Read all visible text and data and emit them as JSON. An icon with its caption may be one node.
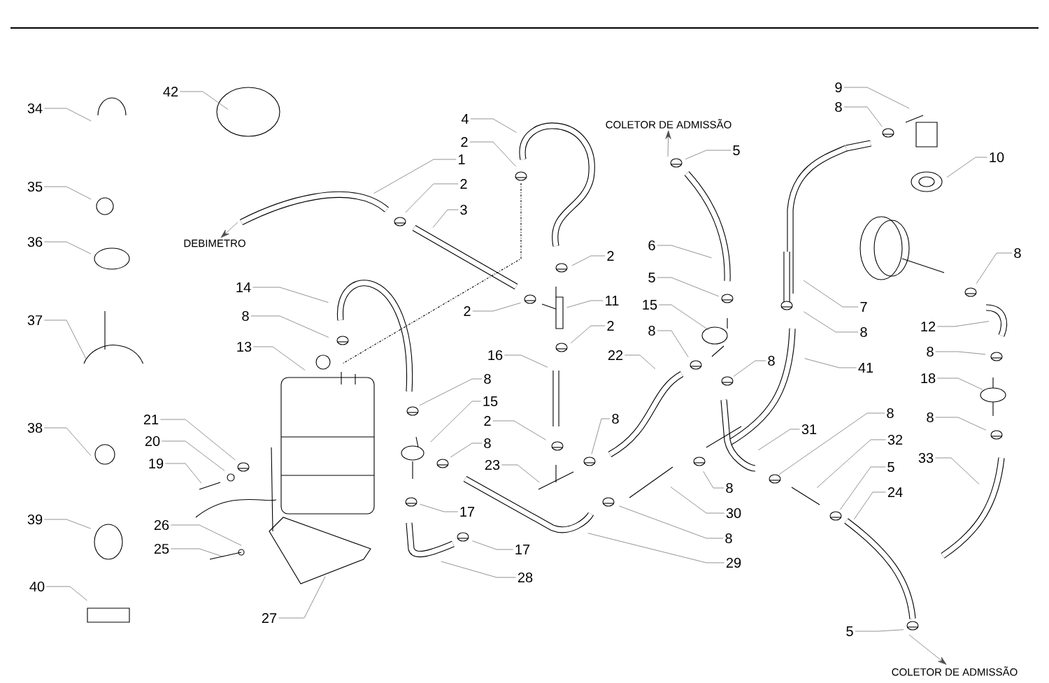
{
  "diagram": {
    "nodes": [
      {
        "text": [
          "34"
        ]
      },
      {
        "text": [
          "42"
        ]
      },
      {
        "text": [
          "35"
        ]
      },
      {
        "text": [
          "36"
        ]
      },
      {
        "text": [
          "37"
        ]
      },
      {
        "text": [
          "38"
        ]
      },
      {
        "text": [
          "39"
        ]
      },
      {
        "text": [
          "40"
        ]
      },
      {
        "text": [
          "4"
        ]
      },
      {
        "text": [
          "2"
        ]
      },
      {
        "text": [
          "1"
        ]
      },
      {
        "text": [
          "2"
        ]
      },
      {
        "text": [
          "3"
        ]
      },
      {
        "text": [
          "DEBIMETRO"
        ]
      },
      {
        "text": [
          "COLETOR DE ADMISSÃO"
        ]
      },
      {
        "text": [
          "5"
        ]
      },
      {
        "text": [
          "6"
        ]
      },
      {
        "text": [
          "5"
        ]
      },
      {
        "text": [
          "2"
        ]
      },
      {
        "text": [
          "2"
        ]
      },
      {
        "text": [
          "11"
        ]
      },
      {
        "text": [
          "15"
        ]
      },
      {
        "text": [
          "2"
        ]
      },
      {
        "text": [
          "8"
        ]
      },
      {
        "text": [
          "22"
        ]
      },
      {
        "text": [
          "16"
        ]
      },
      {
        "text": [
          "8"
        ]
      },
      {
        "text": [
          "8"
        ]
      },
      {
        "text": [
          "15"
        ]
      },
      {
        "text": [
          "2"
        ]
      },
      {
        "text": [
          "8"
        ]
      },
      {
        "text": [
          "8"
        ]
      },
      {
        "text": [
          "23"
        ]
      },
      {
        "text": [
          "17"
        ]
      },
      {
        "text": [
          "17"
        ]
      },
      {
        "text": [
          "28"
        ]
      },
      {
        "text": [
          "8"
        ]
      },
      {
        "text": [
          "30"
        ]
      },
      {
        "text": [
          "8"
        ]
      },
      {
        "text": [
          "29"
        ]
      },
      {
        "text": [
          "31"
        ]
      },
      {
        "text": [
          "8"
        ]
      },
      {
        "text": [
          "32"
        ]
      },
      {
        "text": [
          "5"
        ]
      },
      {
        "text": [
          "24"
        ]
      },
      {
        "text": [
          "33"
        ]
      },
      {
        "text": [
          "5"
        ]
      },
      {
        "text": [
          "COLETOR DE ADMISSÃO"
        ]
      },
      {
        "text": [
          "9"
        ]
      },
      {
        "text": [
          "8"
        ]
      },
      {
        "text": [
          "10"
        ]
      },
      {
        "text": [
          "7"
        ]
      },
      {
        "text": [
          "8"
        ]
      },
      {
        "text": [
          "41"
        ]
      },
      {
        "text": [
          "8"
        ]
      },
      {
        "text": [
          "12"
        ]
      },
      {
        "text": [
          "8"
        ]
      },
      {
        "text": [
          "18"
        ]
      },
      {
        "text": [
          "8"
        ]
      },
      {
        "text": [
          "14"
        ]
      },
      {
        "text": [
          "8"
        ]
      },
      {
        "text": [
          "13"
        ]
      },
      {
        "text": [
          "21"
        ]
      },
      {
        "text": [
          "20"
        ]
      },
      {
        "text": [
          "19"
        ]
      },
      {
        "text": [
          "26"
        ]
      },
      {
        "text": [
          "25"
        ]
      },
      {
        "text": [
          "27"
        ]
      }
    ],
    "edges": [
      {
        "from": 0,
        "to": null,
        "arrow": "none"
      },
      {
        "from": 1,
        "to": null,
        "arrow": "none"
      },
      {
        "from": 2,
        "to": null,
        "arrow": "none"
      },
      {
        "from": 3,
        "to": null,
        "arrow": "none"
      },
      {
        "from": 4,
        "to": null,
        "arrow": "none"
      },
      {
        "from": 5,
        "to": null,
        "arrow": "none"
      },
      {
        "from": 6,
        "to": null,
        "arrow": "none"
      },
      {
        "from": 7,
        "to": null,
        "arrow": "none"
      },
      {
        "from": 8,
        "to": null,
        "arrow": "none"
      },
      {
        "from": 9,
        "to": null,
        "arrow": "none"
      },
      {
        "from": 10,
        "to": null,
        "arrow": "none"
      },
      {
        "from": 11,
        "to": null,
        "arrow": "none"
      },
      {
        "from": 12,
        "to": null,
        "arrow": "none"
      },
      {
        "from": 15,
        "to": null,
        "arrow": "none"
      },
      {
        "from": 16,
        "to": null,
        "arrow": "none"
      },
      {
        "from": 17,
        "to": null,
        "arrow": "none"
      },
      {
        "from": 18,
        "to": null,
        "arrow": "none"
      },
      {
        "from": 19,
        "to": null,
        "arrow": "none"
      },
      {
        "from": 20,
        "to": null,
        "arrow": "none"
      },
      {
        "from": 21,
        "to": null,
        "arrow": "none"
      },
      {
        "from": 22,
        "to": null,
        "arrow": "none"
      },
      {
        "from": 23,
        "to": null,
        "arrow": "none"
      },
      {
        "from": 24,
        "to": null,
        "arrow": "none"
      },
      {
        "from": 25,
        "to": null,
        "arrow": "none"
      },
      {
        "from": 26,
        "to": null,
        "arrow": "none"
      },
      {
        "from": 27,
        "to": null,
        "arrow": "none"
      },
      {
        "from": 28,
        "to": null,
        "arrow": "none"
      },
      {
        "from": 29,
        "to": null,
        "arrow": "none"
      },
      {
        "from": 30,
        "to": null,
        "arrow": "none"
      },
      {
        "from": 31,
        "to": null,
        "arrow": "none"
      },
      {
        "from": 32,
        "to": null,
        "arrow": "none"
      },
      {
        "from": 33,
        "to": null,
        "arrow": "none"
      },
      {
        "from": 34,
        "to": null,
        "arrow": "none"
      },
      {
        "from": 35,
        "to": null,
        "arrow": "none"
      },
      {
        "from": 36,
        "to": null,
        "arrow": "none"
      },
      {
        "from": 37,
        "to": null,
        "arrow": "none"
      },
      {
        "from": 38,
        "to": null,
        "arrow": "none"
      },
      {
        "from": 39,
        "to": null,
        "arrow": "none"
      },
      {
        "from": 40,
        "to": null,
        "arrow": "none"
      },
      {
        "from": 41,
        "to": null,
        "arrow": "none"
      },
      {
        "from": 42,
        "to": null,
        "arrow": "none"
      },
      {
        "from": 43,
        "to": null,
        "arrow": "none"
      },
      {
        "from": 44,
        "to": null,
        "arrow": "none"
      },
      {
        "from": 45,
        "to": null,
        "arrow": "none"
      },
      {
        "from": 46,
        "to": null,
        "arrow": "none"
      },
      {
        "from": 48,
        "to": null,
        "arrow": "none"
      },
      {
        "from": 49,
        "to": null,
        "arrow": "none"
      },
      {
        "from": 50,
        "to": null,
        "arrow": "none"
      },
      {
        "from": 51,
        "to": null,
        "arrow": "none"
      },
      {
        "from": 52,
        "to": null,
        "arrow": "none"
      },
      {
        "from": 53,
        "to": null,
        "arrow": "none"
      },
      {
        "from": 54,
        "to": null,
        "arrow": "none"
      },
      {
        "from": 55,
        "to": null,
        "arrow": "none"
      },
      {
        "from": 56,
        "to": null,
        "arrow": "none"
      },
      {
        "from": 57,
        "to": null,
        "arrow": "none"
      },
      {
        "from": 58,
        "to": null,
        "arrow": "none"
      },
      {
        "from": 59,
        "to": null,
        "arrow": "none"
      },
      {
        "from": 60,
        "to": null,
        "arrow": "none"
      },
      {
        "from": 61,
        "to": null,
        "arrow": "none"
      },
      {
        "from": 62,
        "to": null,
        "arrow": "none"
      },
      {
        "from": 63,
        "to": null,
        "arrow": "none"
      },
      {
        "from": 64,
        "to": null,
        "arrow": "none"
      },
      {
        "from": 65,
        "to": null,
        "arrow": "none"
      },
      {
        "from": 66,
        "to": null,
        "arrow": "none"
      },
      {
        "from": 67,
        "to": null,
        "arrow": "none"
      },
      {
        "from": null,
        "to": 13,
        "arrow": "to"
      },
      {
        "from": null,
        "to": 14,
        "arrow": "to"
      },
      {
        "from": null,
        "to": 47,
        "arrow": "to"
      }
    ]
  }
}
